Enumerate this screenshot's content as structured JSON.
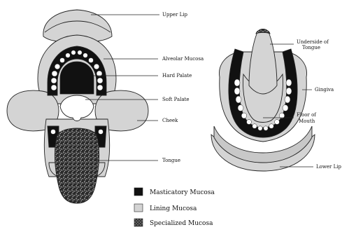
{
  "labels": {
    "upper_lip": "Upper Lip",
    "alveolar_mucosa": "Alveolar Mucosa",
    "hard_palate": "Hard Palate",
    "soft_palate": "Soft Palate",
    "cheek": "Cheek",
    "tongue": "Tongue",
    "underside_of_tongue_line1": "Underside of",
    "underside_of_tongue_line2": "Tongue",
    "gingiva": "Gingiva",
    "floor_of_mouth_line1": "Floor of",
    "floor_of_mouth_line2": "Mouth",
    "lower_lip": "Lower Lip"
  },
  "legend": [
    {
      "label": "Masticatory Mucosa",
      "fill": "#111111"
    },
    {
      "label": "Lining Mucosa",
      "fill": "#d4d4d4"
    },
    {
      "label": "Specialized Mucosa",
      "fill": "pattern"
    }
  ],
  "colors": {
    "masticatory": "#111111",
    "lining": "#d4d4d4",
    "lining_dark": "#c4c4c4",
    "outline": "#222222"
  }
}
